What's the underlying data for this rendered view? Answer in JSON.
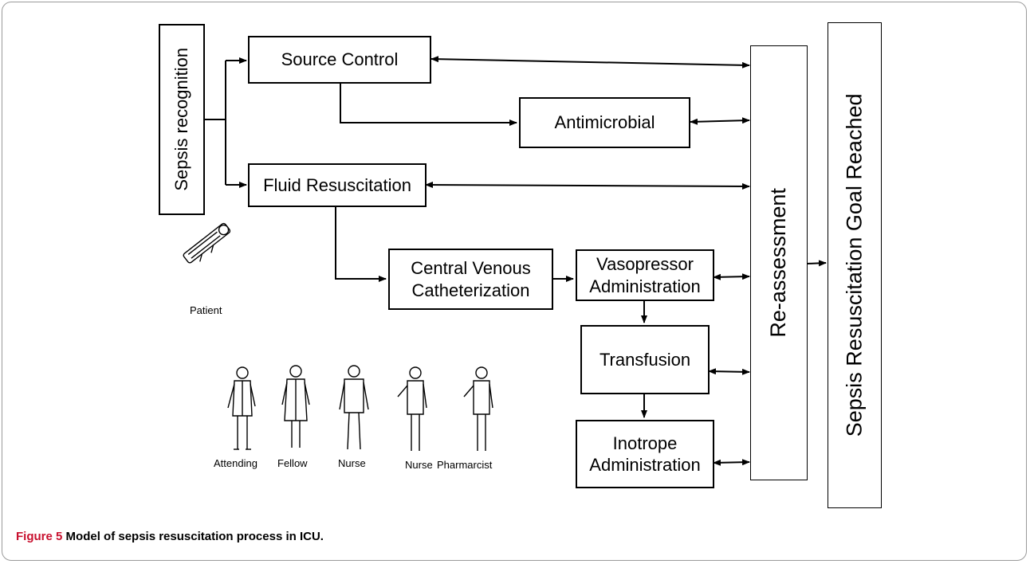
{
  "boxes": {
    "sepsis_recognition": "Sepsis recognition",
    "source_control": "Source Control",
    "antimicrobial": "Antimicrobial",
    "fluid_resuscitation": "Fluid Resuscitation",
    "central_venous_line1": "Central Venous",
    "central_venous_line2": "Catheterization",
    "vasopressor_line1": "Vasopressor",
    "vasopressor_line2": "Administration",
    "transfusion": "Transfusion",
    "inotrope_line1": "Inotrope",
    "inotrope_line2": "Administration",
    "reassessment": "Re-assessment",
    "goal_reached": "Sepsis Resuscitation Goal Reached"
  },
  "people": {
    "patient": "Patient",
    "attending": "Attending",
    "fellow": "Fellow",
    "nurse1": "Nurse",
    "nurse2": "Nurse",
    "pharmarcist": "Pharmarcist"
  },
  "caption": {
    "label": "Figure 5",
    "text": "Model of sepsis resuscitation process in ICU."
  },
  "icons": [
    "patient-on-stretcher-icon",
    "attending-physician-icon",
    "fellow-physician-icon",
    "nurse-icon",
    "nurse-icon",
    "pharmacist-icon"
  ]
}
